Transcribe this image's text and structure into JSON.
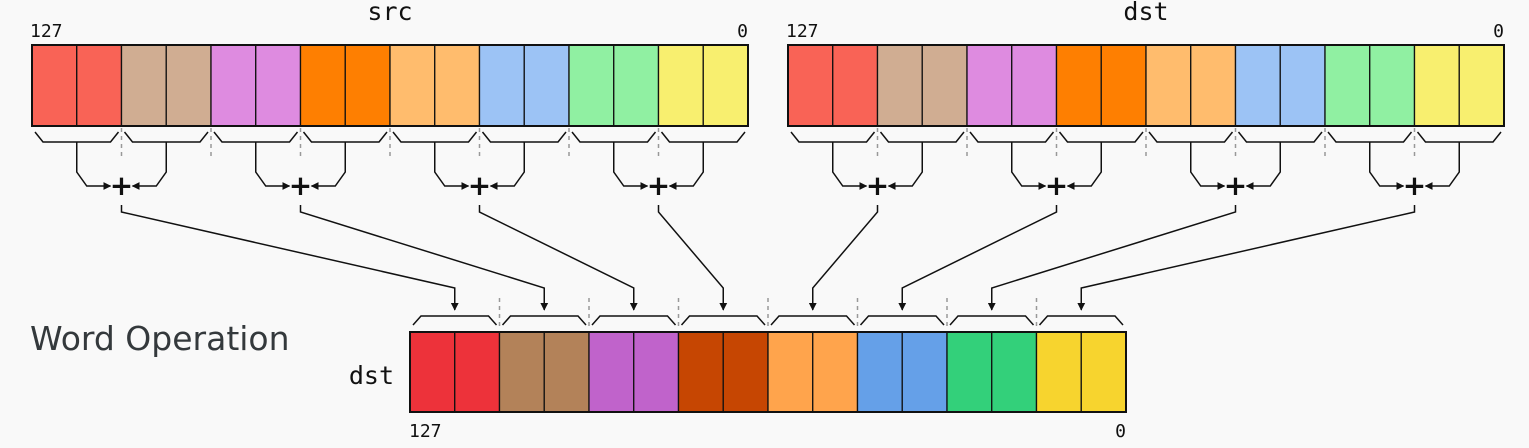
{
  "src_register": {
    "name": "src",
    "msb_label": "127",
    "lsb_label": "0",
    "cell_colors": [
      "#f96356",
      "#f96356",
      "#d0ad92",
      "#d0ad92",
      "#de8be0",
      "#de8be0",
      "#fe7f01",
      "#fe7f01",
      "#ffbc6d",
      "#ffbc6d",
      "#9cc3f5",
      "#9cc3f5",
      "#90f0a2",
      "#90f0a2",
      "#f8ef6f",
      "#f8ef6f"
    ]
  },
  "dst_register": {
    "name": "dst",
    "msb_label": "127",
    "lsb_label": "0",
    "cell_colors": [
      "#f96356",
      "#f96356",
      "#d0ad92",
      "#d0ad92",
      "#de8be0",
      "#de8be0",
      "#fe7f01",
      "#fe7f01",
      "#ffbc6d",
      "#ffbc6d",
      "#9cc3f5",
      "#9cc3f5",
      "#90f0a2",
      "#90f0a2",
      "#f8ef6f",
      "#f8ef6f"
    ]
  },
  "result_register": {
    "name": "dst",
    "msb_label": "127",
    "lsb_label": "0",
    "cell_colors": [
      "#ed323a",
      "#ed323a",
      "#b38259",
      "#b38259",
      "#c063cb",
      "#c063cb",
      "#c64602",
      "#c64602",
      "#ffa44c",
      "#ffa44c",
      "#65a0e8",
      "#65a0e8",
      "#33d07a",
      "#33d07a",
      "#f7d42e",
      "#f7d42e"
    ]
  },
  "operation_label": "Word Operation",
  "operator_symbol": "+"
}
